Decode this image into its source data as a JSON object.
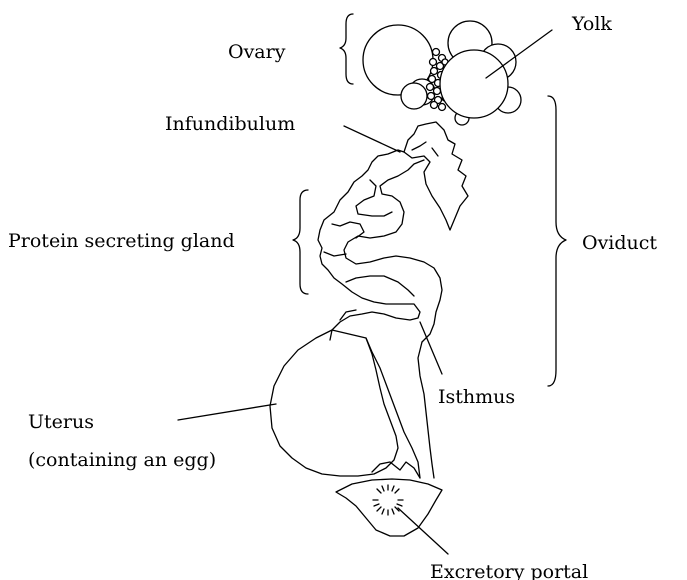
{
  "diagram": {
    "labels": {
      "ovary": "Ovary",
      "yolk": "Yolk",
      "infundibulum": "Infundibulum",
      "protein_gland": "Protein secreting gland",
      "oviduct": "Oviduct",
      "isthmus": "Isthmus",
      "uterus_line1": "Uterus",
      "uterus_line2": "(containing an egg)",
      "excretory": "Excretory portal"
    },
    "colors": {
      "stroke": "#000000",
      "background": "#ffffff"
    }
  }
}
